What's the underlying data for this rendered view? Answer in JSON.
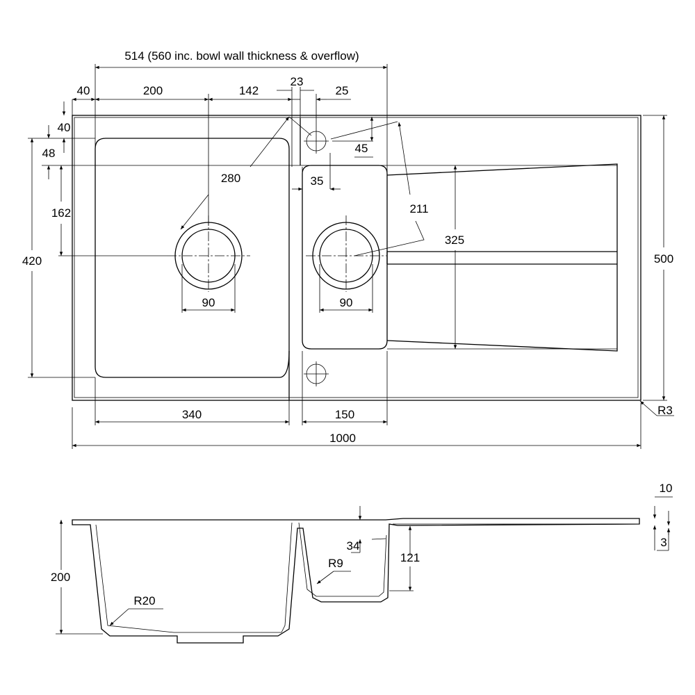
{
  "plan": {
    "overall_bowl_width": "514 (560 inc. bowl wall thickness & overflow)",
    "left_margin": "40",
    "waste_offset": "200",
    "waste_to_divider": "142",
    "divider_width": "23",
    "tap_offset": "25",
    "top_margin": "40",
    "bowl_top_offset": "48",
    "diag_280": "280",
    "tap_depth": "45",
    "small_bowl_tap": "35",
    "waste_depth": "162",
    "diag_211": "211",
    "small_bowl_length": "325",
    "bowl_length": "420",
    "overall_depth": "500",
    "waste_dia_left": "90",
    "waste_dia_right": "90",
    "main_bowl_width": "340",
    "small_bowl_width": "150",
    "overall_width": "1000",
    "corner_radius": "R3"
  },
  "section": {
    "rim_thickness": "10",
    "small_bowl_step": "34",
    "small_bowl_depth": "121",
    "drainer_fall": "3",
    "small_radius": "R9",
    "main_depth": "200",
    "main_radius": "R20"
  }
}
